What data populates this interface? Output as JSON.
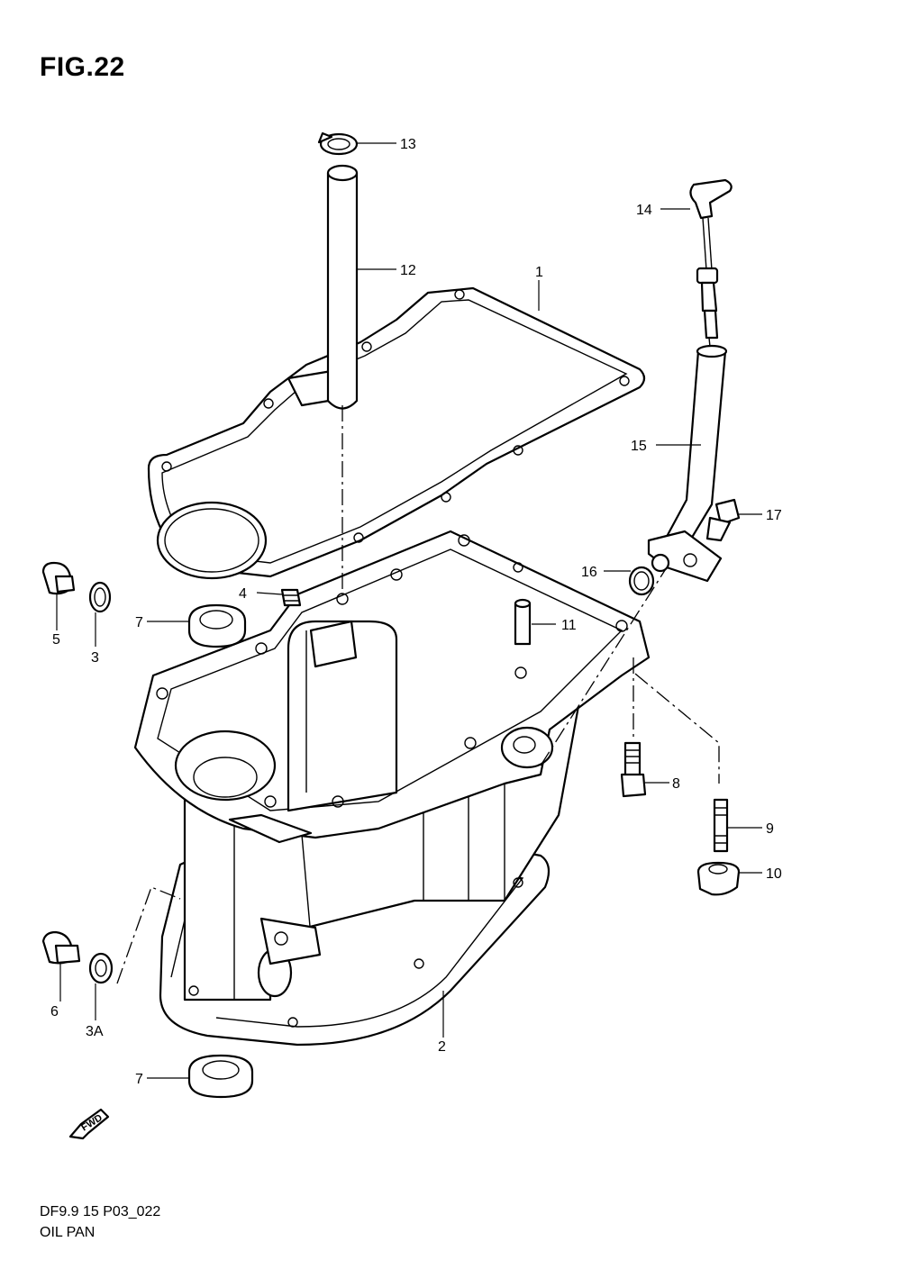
{
  "figure": {
    "title": "FIG.22"
  },
  "footer": {
    "code": "DF9.9 15 P03_022",
    "name": "OIL PAN"
  },
  "labels": {
    "p1": "1",
    "p2": "2",
    "p3": "3",
    "p3a": "3A",
    "p4": "4",
    "p5": "5",
    "p6": "6",
    "p7a": "7",
    "p7b": "7",
    "p8": "8",
    "p9": "9",
    "p10": "10",
    "p11": "11",
    "p12": "12",
    "p13": "13",
    "p14": "14",
    "p15": "15",
    "p16": "16",
    "p17": "17"
  },
  "fwd_arrow": {
    "text": "FWD"
  }
}
